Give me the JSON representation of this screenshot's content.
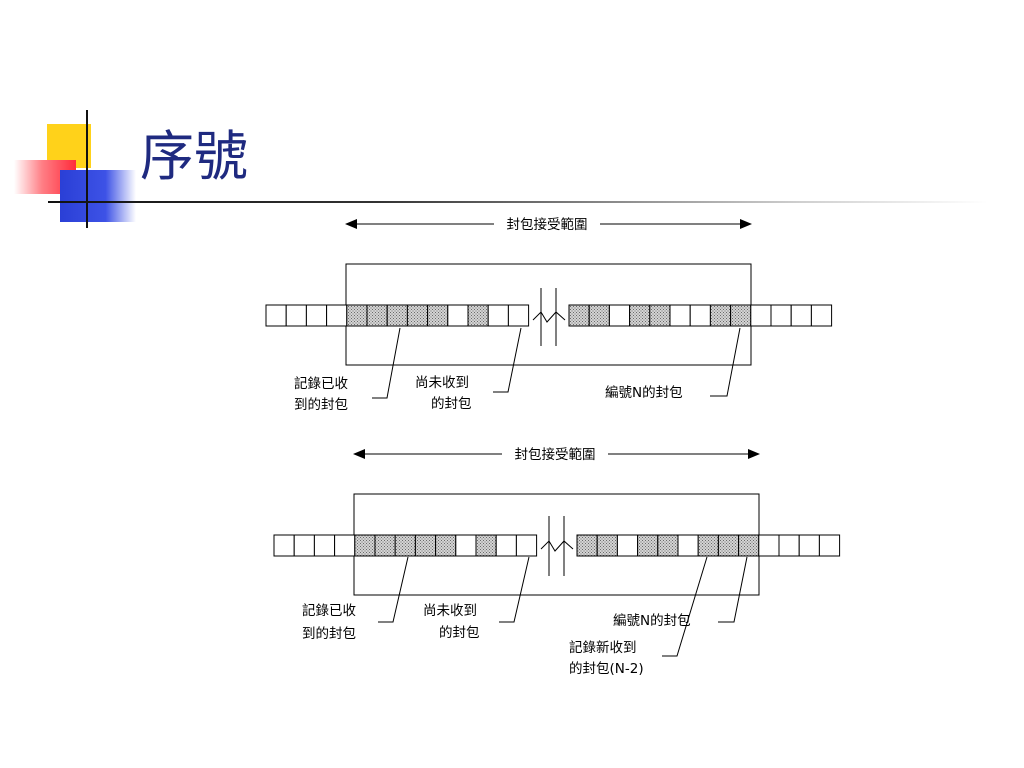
{
  "slide": {
    "title": "序號"
  },
  "diagram": {
    "range_label": "封包接受範圍",
    "label_recorded": [
      "記錄已收",
      "到的封包"
    ],
    "label_not_received": [
      "尚未收到",
      "的封包"
    ],
    "label_packet_n": "編號N的封包",
    "label_new_received": [
      "記錄新收到",
      "的封包(N-2)"
    ],
    "colors": {
      "line": "#000000",
      "shaded": "#c8c8c8",
      "empty": "#ffffff"
    },
    "top_row": {
      "left_cells": [
        "empty",
        "empty",
        "empty",
        "empty",
        "shaded",
        "shaded",
        "shaded",
        "shaded",
        "shaded",
        "empty",
        "shaded",
        "empty",
        "empty"
      ],
      "right_cells": [
        "shaded",
        "shaded",
        "empty",
        "shaded",
        "shaded",
        "empty",
        "empty",
        "shaded",
        "shaded",
        "empty",
        "empty",
        "empty",
        "empty"
      ]
    },
    "bottom_row": {
      "left_cells": [
        "empty",
        "empty",
        "empty",
        "empty",
        "shaded",
        "shaded",
        "shaded",
        "shaded",
        "shaded",
        "empty",
        "shaded",
        "empty",
        "empty"
      ],
      "right_cells": [
        "shaded",
        "shaded",
        "empty",
        "shaded",
        "shaded",
        "empty",
        "shaded",
        "shaded",
        "shaded",
        "empty",
        "empty",
        "empty",
        "empty"
      ]
    }
  }
}
